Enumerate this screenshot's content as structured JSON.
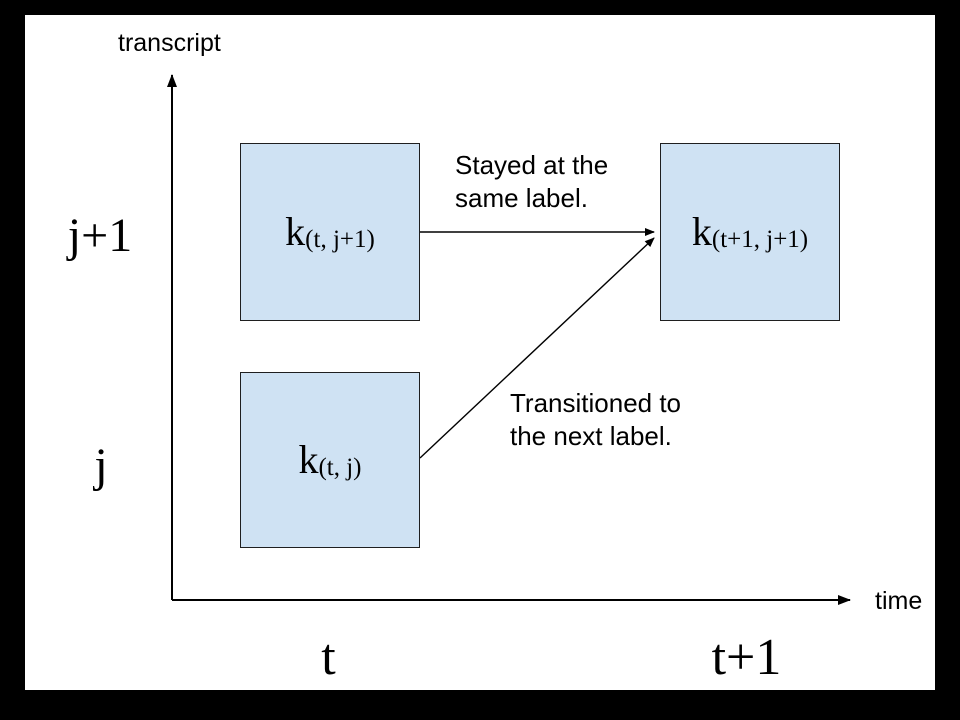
{
  "slide": {
    "background_color": "#000000",
    "canvas_color": "#ffffff"
  },
  "axes": {
    "y_title": "transcript",
    "x_title": "time",
    "y_ticks": [
      "j+1",
      "j"
    ],
    "x_ticks": [
      "t",
      "t+1"
    ],
    "line_color": "#000000"
  },
  "nodes": {
    "top_left": {
      "base": "k",
      "sub": "(t, j+1)"
    },
    "top_right": {
      "base": "k",
      "sub": "(t+1, j+1)"
    },
    "bottom_left": {
      "base": "k",
      "sub": "(t, j)"
    },
    "fill_color": "#cfe2f3",
    "border_color": "#1f1f1f"
  },
  "annotations": {
    "stayed": "Stayed at the same label.",
    "transitioned": "Transitioned to the next label."
  }
}
